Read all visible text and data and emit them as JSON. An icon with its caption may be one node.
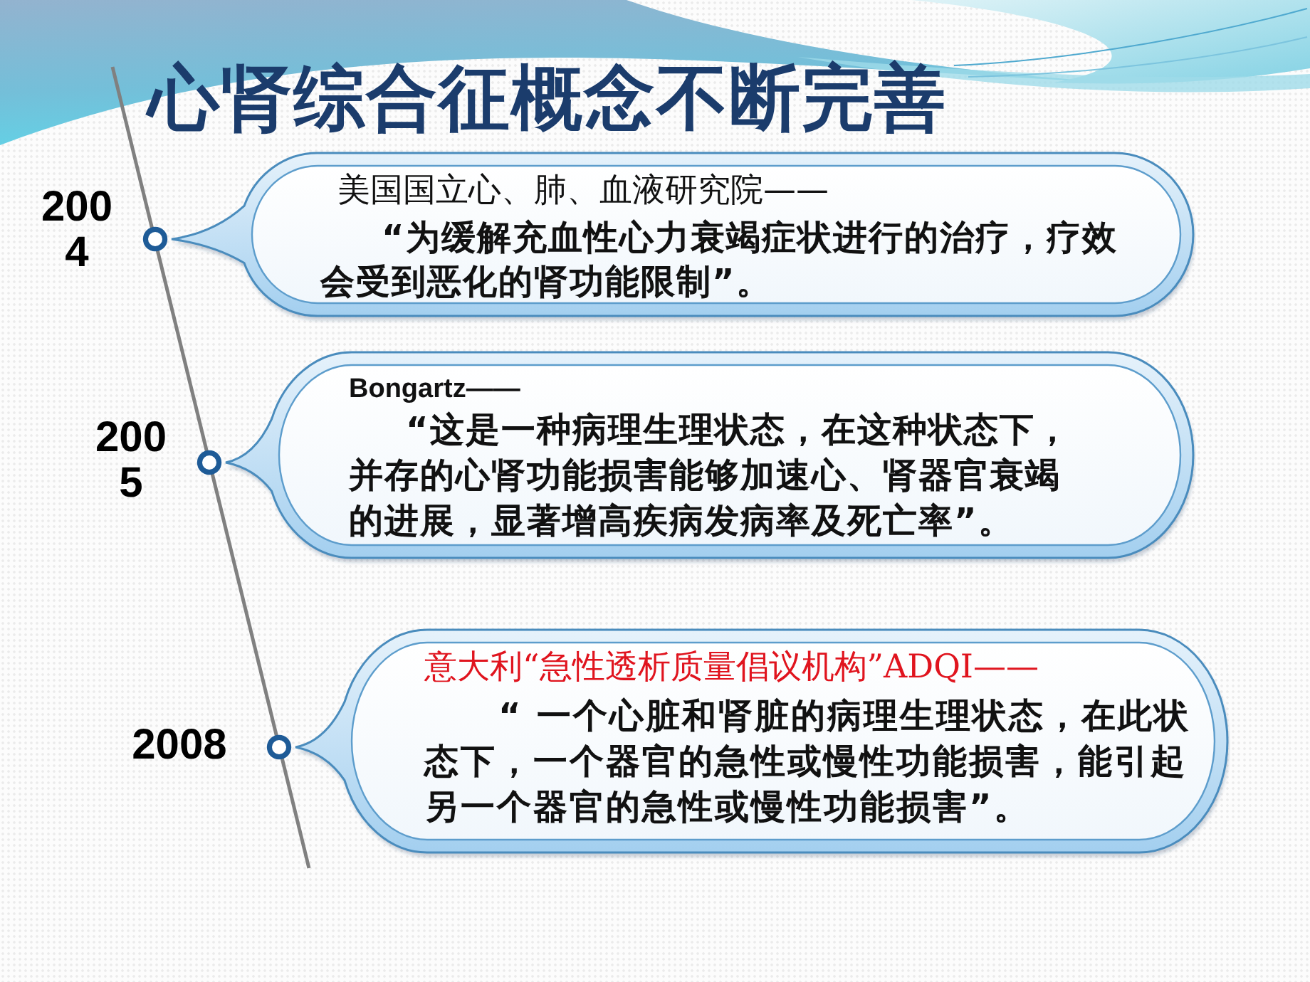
{
  "diagram": {
    "title": "心肾综合征概念不断完善",
    "nodes": [
      {
        "text": [
          "美国国立心、肺、血液研究院——",
          "“为缓解充血性心力衰竭症状进行的治疗，疗效会受到恶化的肾功能限制”。"
        ],
        "beside": [
          "2004"
        ]
      },
      {
        "text": [
          "Bongartz——",
          "“这是一种病理生理状态，在这种状态下，并存的心肾功能损害能够加速心、肾器官衰竭的进展，显著增高疾病发病率及死亡率”。"
        ],
        "beside": [
          "2005"
        ]
      },
      {
        "text": [
          "意大利“急性透析质量倡议机构”ADQI——",
          "“ 一个心脏和肾脏的病理生理状态，在此状态下，一个器官的急性或慢性功能损害，能引起另一个器官的急性或慢性功能损害”。"
        ],
        "beside": [
          "2008"
        ]
      }
    ]
  }
}
